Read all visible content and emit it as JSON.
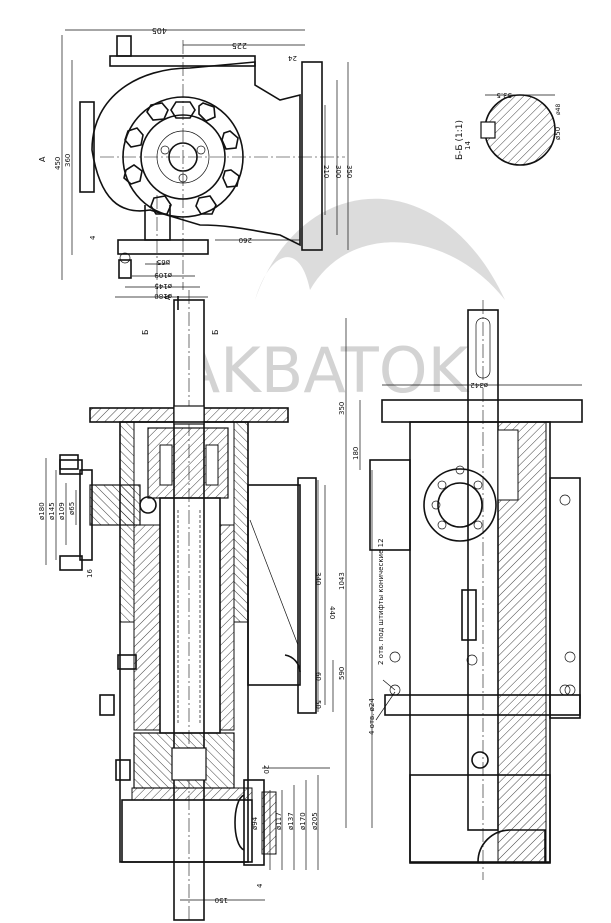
{
  "watermark": {
    "text": "AKBATOK",
    "color": "#d3d3d3"
  },
  "top_view": {
    "view_label": "A",
    "dims_top": [
      "405",
      "225",
      "24"
    ],
    "dims_left": [
      "450",
      "360"
    ],
    "dims_right": [
      "210",
      "300",
      "350"
    ],
    "dim_260": "260",
    "dim_4": "4",
    "flange_dims": [
      "ø65",
      "ø109",
      "ø145",
      "ø180"
    ]
  },
  "section_bb": {
    "title": "Б-Б (1:1)",
    "dim_top": "53.5",
    "dim_dia": "ø50",
    "dim_key": "14",
    "dim_key2": "ø48"
  },
  "main_view": {
    "arrow_label": "A",
    "b_label": "Б",
    "left_flange_dims": [
      "ø180",
      "ø145",
      "ø109",
      "ø65"
    ],
    "dim_16": "16",
    "bottom_dims": [
      "ø94",
      "ø117",
      "ø137",
      "ø170",
      "ø205"
    ],
    "dim_20": "20",
    "dim_150": "150",
    "dim_4b": "4",
    "right_dims": [
      "340",
      "440",
      "60",
      "50"
    ]
  },
  "side_view": {
    "dims_left": [
      "350",
      "180",
      "1043",
      "590"
    ],
    "dim_d342": "ø342",
    "note_holes_12": "2 отв. под штифты конические 12",
    "note_holes_24": "4 отв. ø24"
  }
}
